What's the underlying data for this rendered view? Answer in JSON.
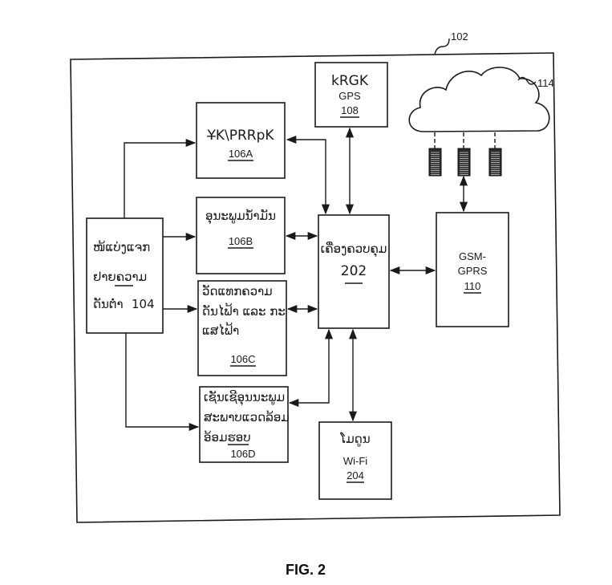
{
  "figure": {
    "caption": "FIG. 2",
    "system_ref": "102"
  },
  "blocks": {
    "distribution_panel": {
      "line1": "ໜ້ແບ່ງແຈກ",
      "line2": "ຢາຍຄວາມ",
      "line3": "ດັນຕ່ຳ",
      "ref": "104"
    },
    "block_106a": {
      "title": "Y̶K\\PRRpK",
      "ref": "106A"
    },
    "block_106b": {
      "title": "ອຸນະພູມນ້ຳມັນ",
      "ref": "106B"
    },
    "block_106c": {
      "line1": "ວັດແທກຄວາມ",
      "line2": "ດັນໄຟ້າ ແລະ ກະ",
      "line3": "ແສໄຟ້າ",
      "ref": "106C"
    },
    "block_106d": {
      "line1": "ເຊັນເຊີອຸນນະພູມ",
      "line2": "ສະພາບແວດລ້ອມ",
      "line3": "ອ້ອມຮອບ",
      "ref": "106D"
    },
    "gps": {
      "title": "kRGK",
      "subtitle": "GPS",
      "ref": "108"
    },
    "controller": {
      "title": "ເຄື່ອງຄວບຄຸມ",
      "ref": "202"
    },
    "gsm": {
      "line1": "GSM-",
      "line2": "GPRS",
      "ref": "110"
    },
    "wifi": {
      "title": "ໂມດູນ",
      "subtitle": "Wi-Fi",
      "ref": "204"
    },
    "cloud": {
      "ref": "114",
      "server_count": 3
    }
  }
}
